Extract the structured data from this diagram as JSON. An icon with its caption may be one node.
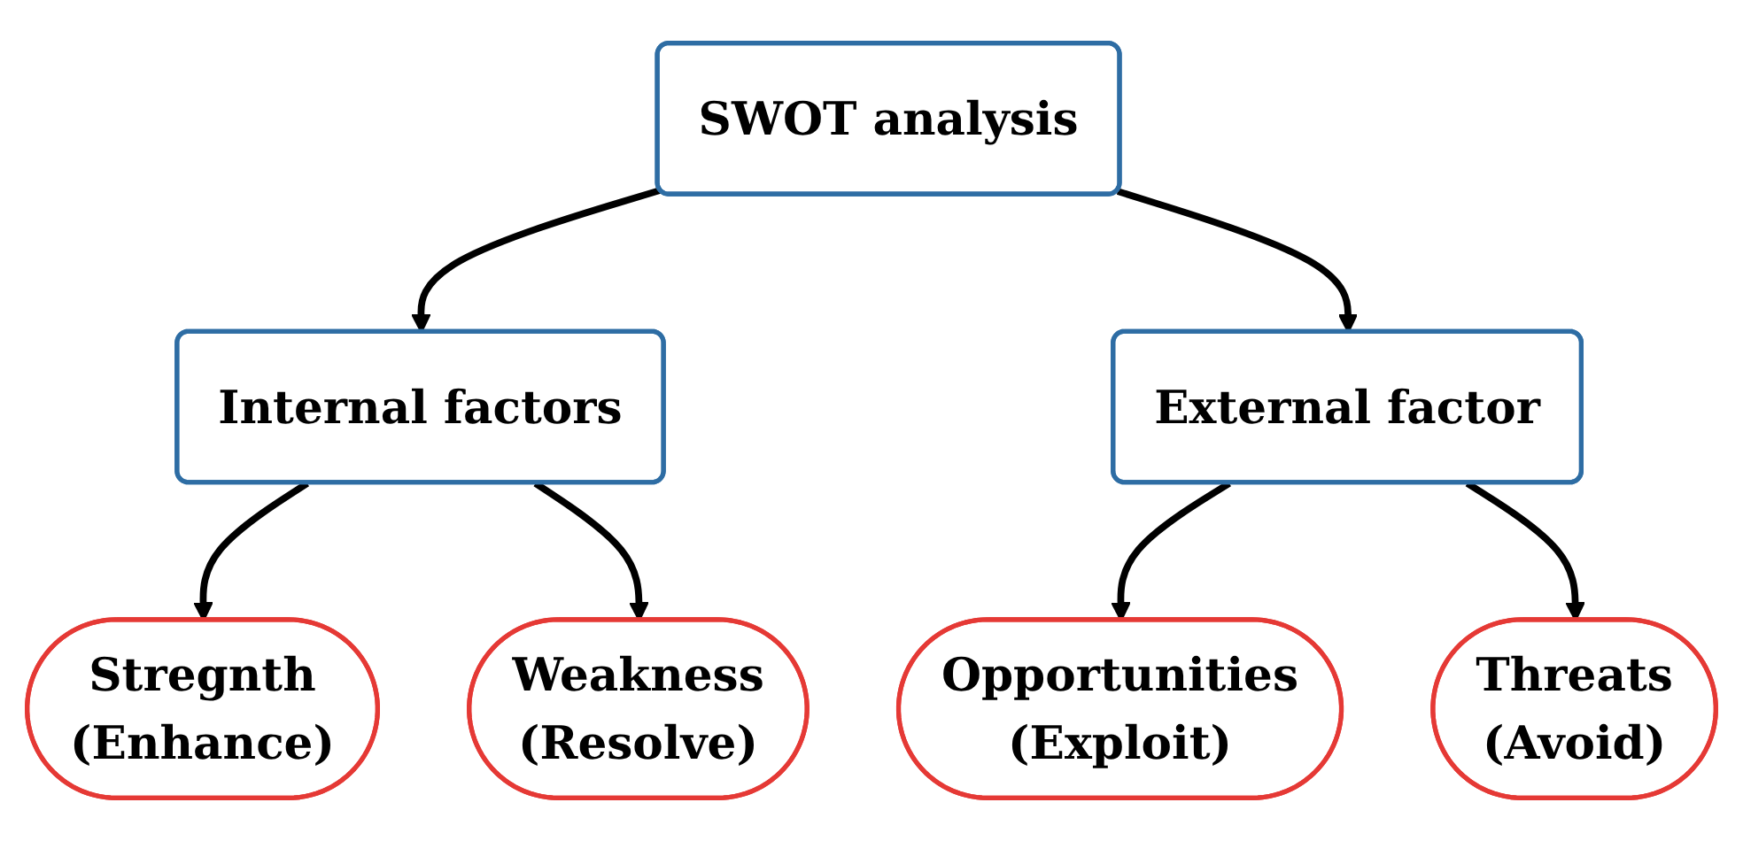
{
  "diagram": {
    "nodes": [
      {
        "text": [
          "SWOT analysis"
        ]
      },
      {
        "text": [
          "Internal factors"
        ]
      },
      {
        "text": [
          "External factor"
        ]
      },
      {
        "text": [
          "Stregnth",
          "(Enhance)"
        ]
      },
      {
        "text": [
          "Weakness",
          "(Resolve)"
        ]
      },
      {
        "text": [
          "Opportunities",
          "(Exploit)"
        ]
      },
      {
        "text": [
          "Threats",
          "(Avoid)"
        ]
      }
    ],
    "edges": [
      {
        "from": 0,
        "to": 1,
        "arrow": "to"
      },
      {
        "from": 0,
        "to": 2,
        "arrow": "to"
      },
      {
        "from": 1,
        "to": 3,
        "arrow": "to"
      },
      {
        "from": 1,
        "to": 4,
        "arrow": "to"
      },
      {
        "from": 2,
        "to": 5,
        "arrow": "to"
      },
      {
        "from": 2,
        "to": 6,
        "arrow": "to"
      }
    ]
  }
}
